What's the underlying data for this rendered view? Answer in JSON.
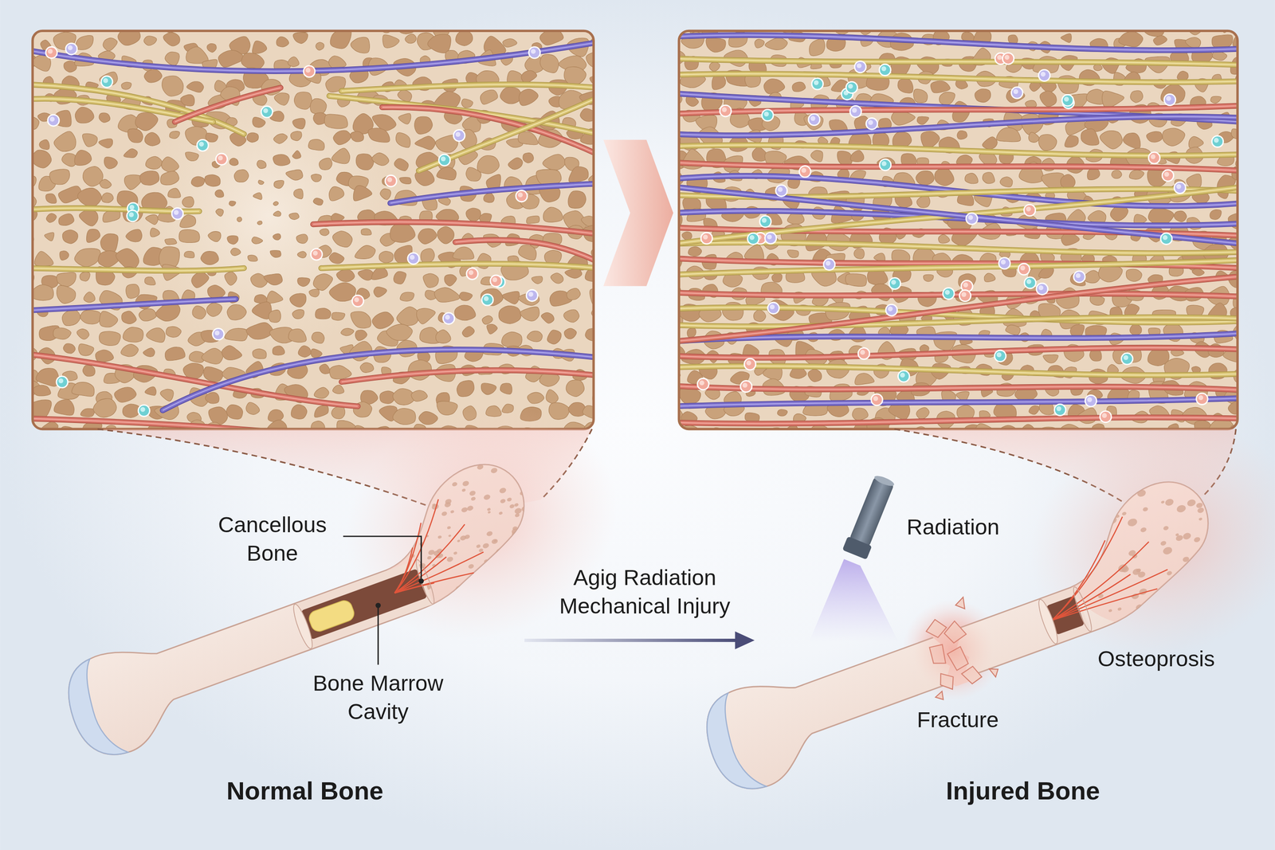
{
  "diagram": {
    "labels": [
      "Cancellous Bone",
      "Bone Marrow Cavity",
      "Normal Bone",
      "Agig Radiation Mechanical Injury",
      "Radiation",
      "Fracture",
      "Osteoprosis",
      "Injured Bone"
    ]
  }
}
